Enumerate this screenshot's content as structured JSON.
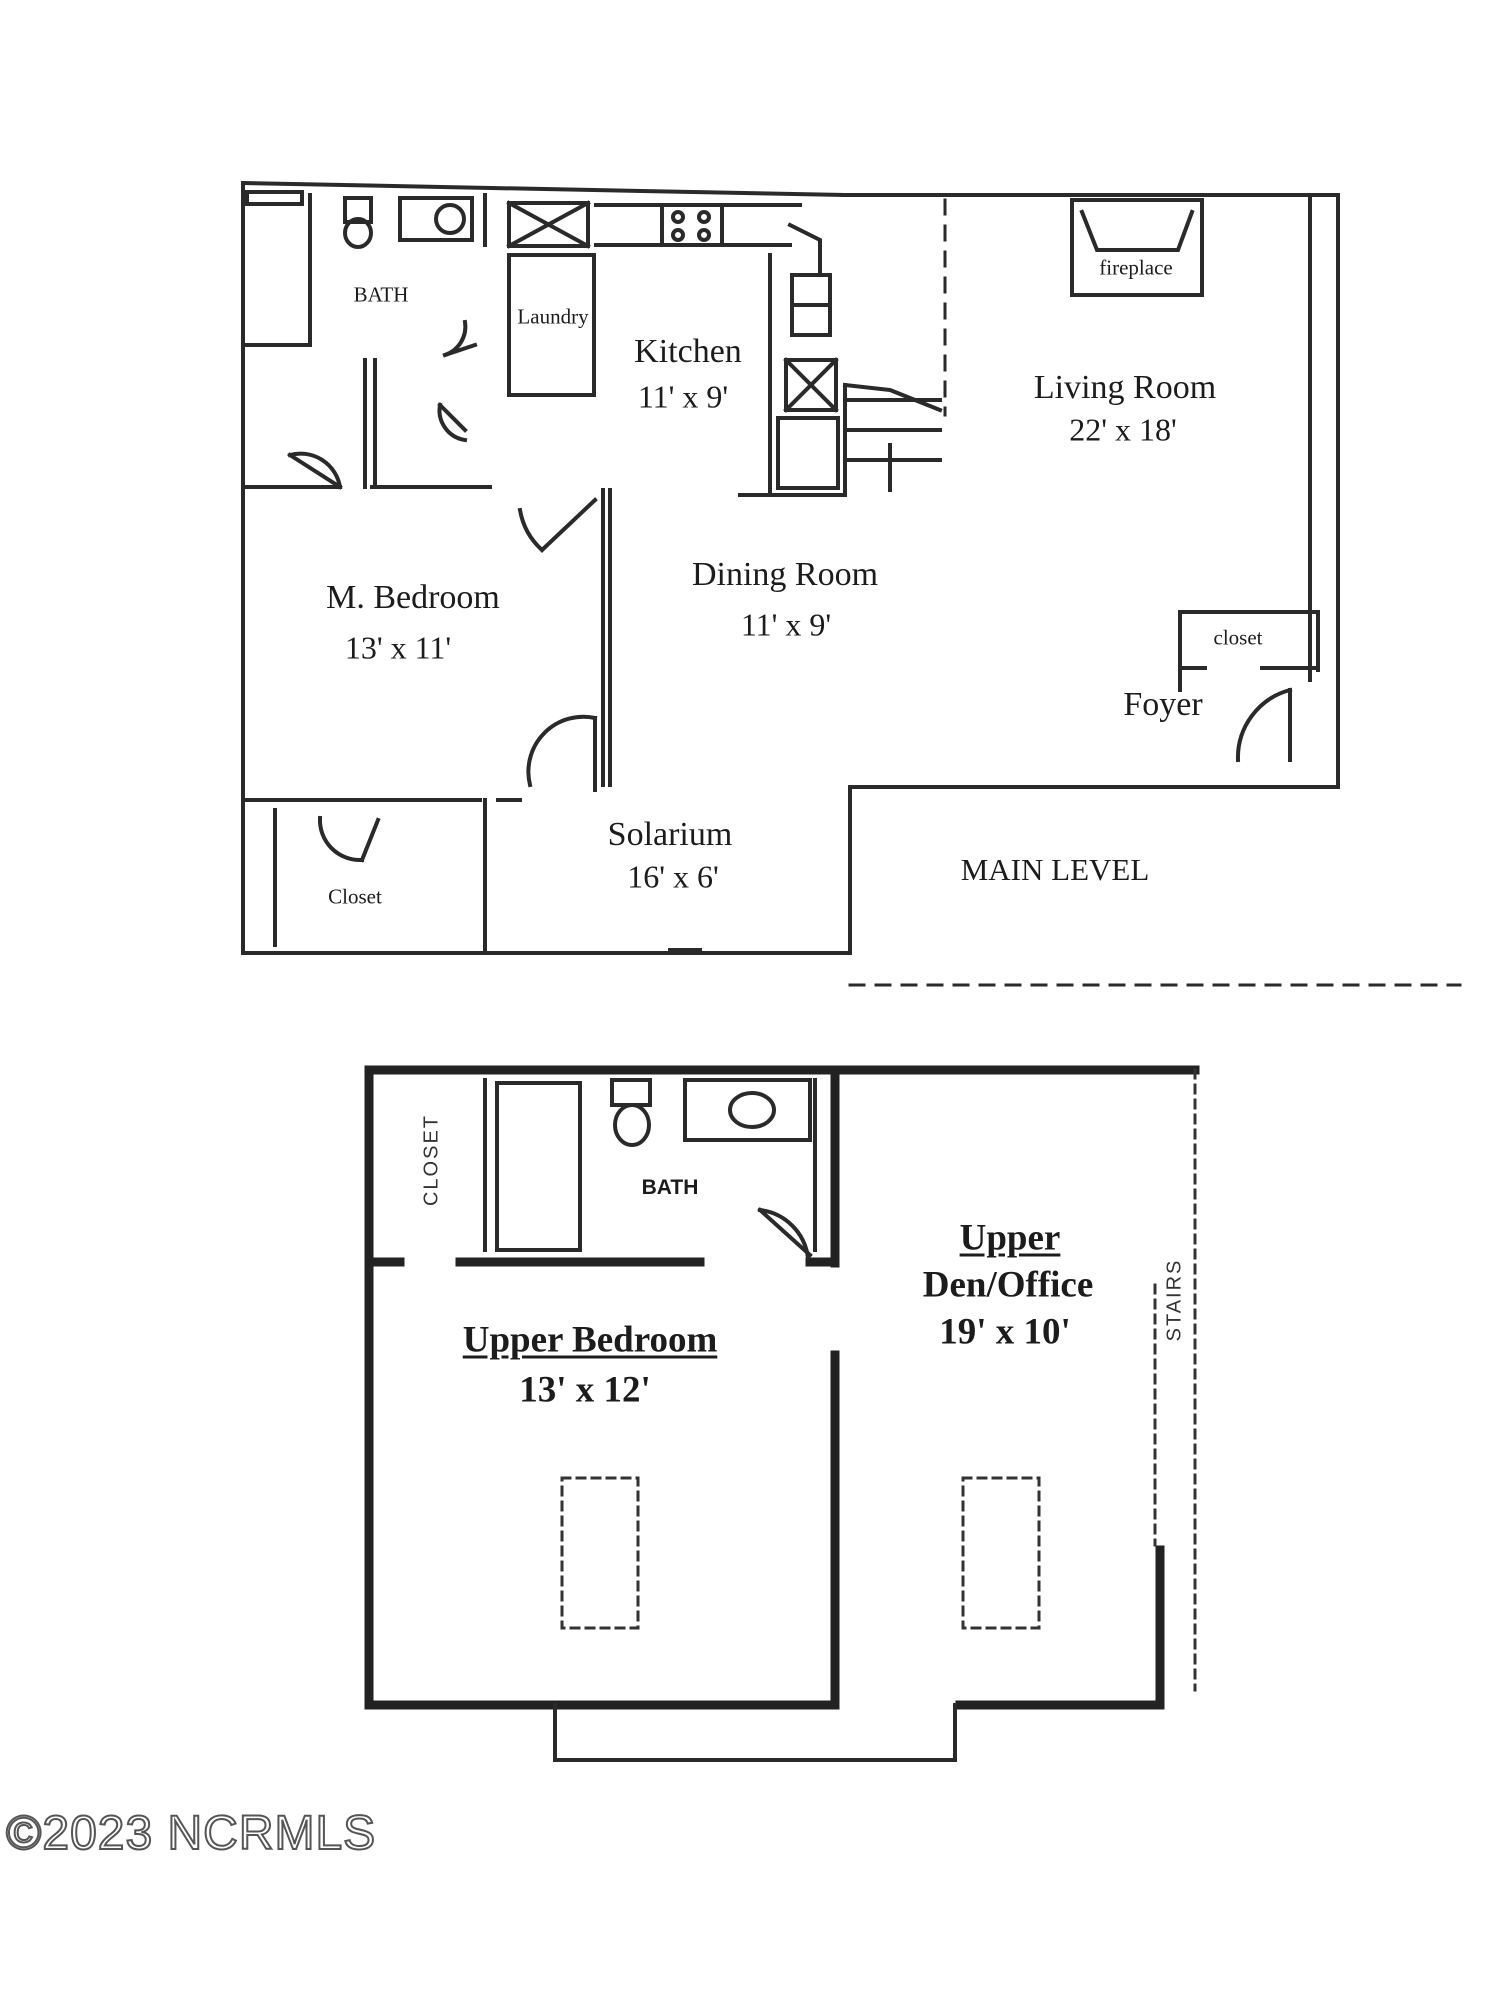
{
  "main_level": {
    "title": "MAIN LEVEL",
    "rooms": {
      "bath": "BATH",
      "laundry": "Laundry",
      "kitchen": "Kitchen",
      "kitchen_dim": "11' x 9'",
      "living_room": "Living Room",
      "living_room_dim": "22' x 18'",
      "fireplace": "fireplace",
      "dining_room": "Dining Room",
      "dining_room_dim": "11' x 9'",
      "m_bedroom": "M. Bedroom",
      "m_bedroom_dim": "13' x 11'",
      "closet_foyer": "closet",
      "foyer": "Foyer",
      "solarium": "Solarium",
      "solarium_dim": "16' x 6'",
      "closet_bedroom": "Closet"
    }
  },
  "upper_level": {
    "rooms": {
      "closet": "CLOSET",
      "bath": "BATH",
      "upper_bedroom": "Upper Bedroom",
      "upper_bedroom_dim": "13' x 12'",
      "upper_den_1": "Upper",
      "upper_den_2": "Den/Office",
      "upper_den_dim": "19' x 10'",
      "stairs": "STAIRS"
    }
  },
  "watermark": "©2023 NCRMLS"
}
